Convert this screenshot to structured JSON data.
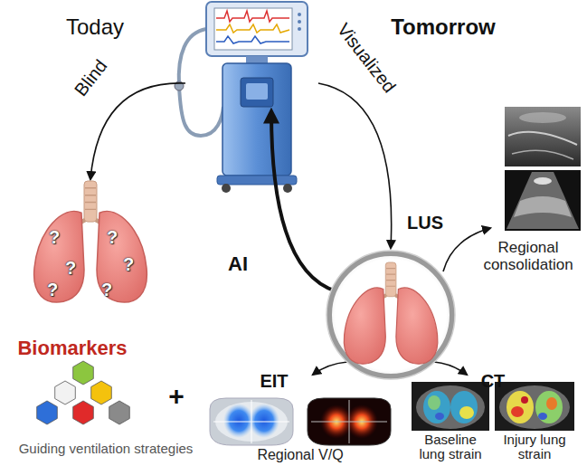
{
  "diagram": {
    "labels": [
      "Today",
      "Tomorrow",
      "Blind",
      "Visualized",
      "AI",
      "LUS",
      "Regional consolidation",
      "Biomarkers",
      "+",
      "Guiding ventilation strategies",
      "EIT",
      "Regional V/Q",
      "CT",
      "Baseline lung strain",
      "Injury lung strain",
      "?",
      "?",
      "?",
      "?",
      "?",
      "?"
    ]
  }
}
